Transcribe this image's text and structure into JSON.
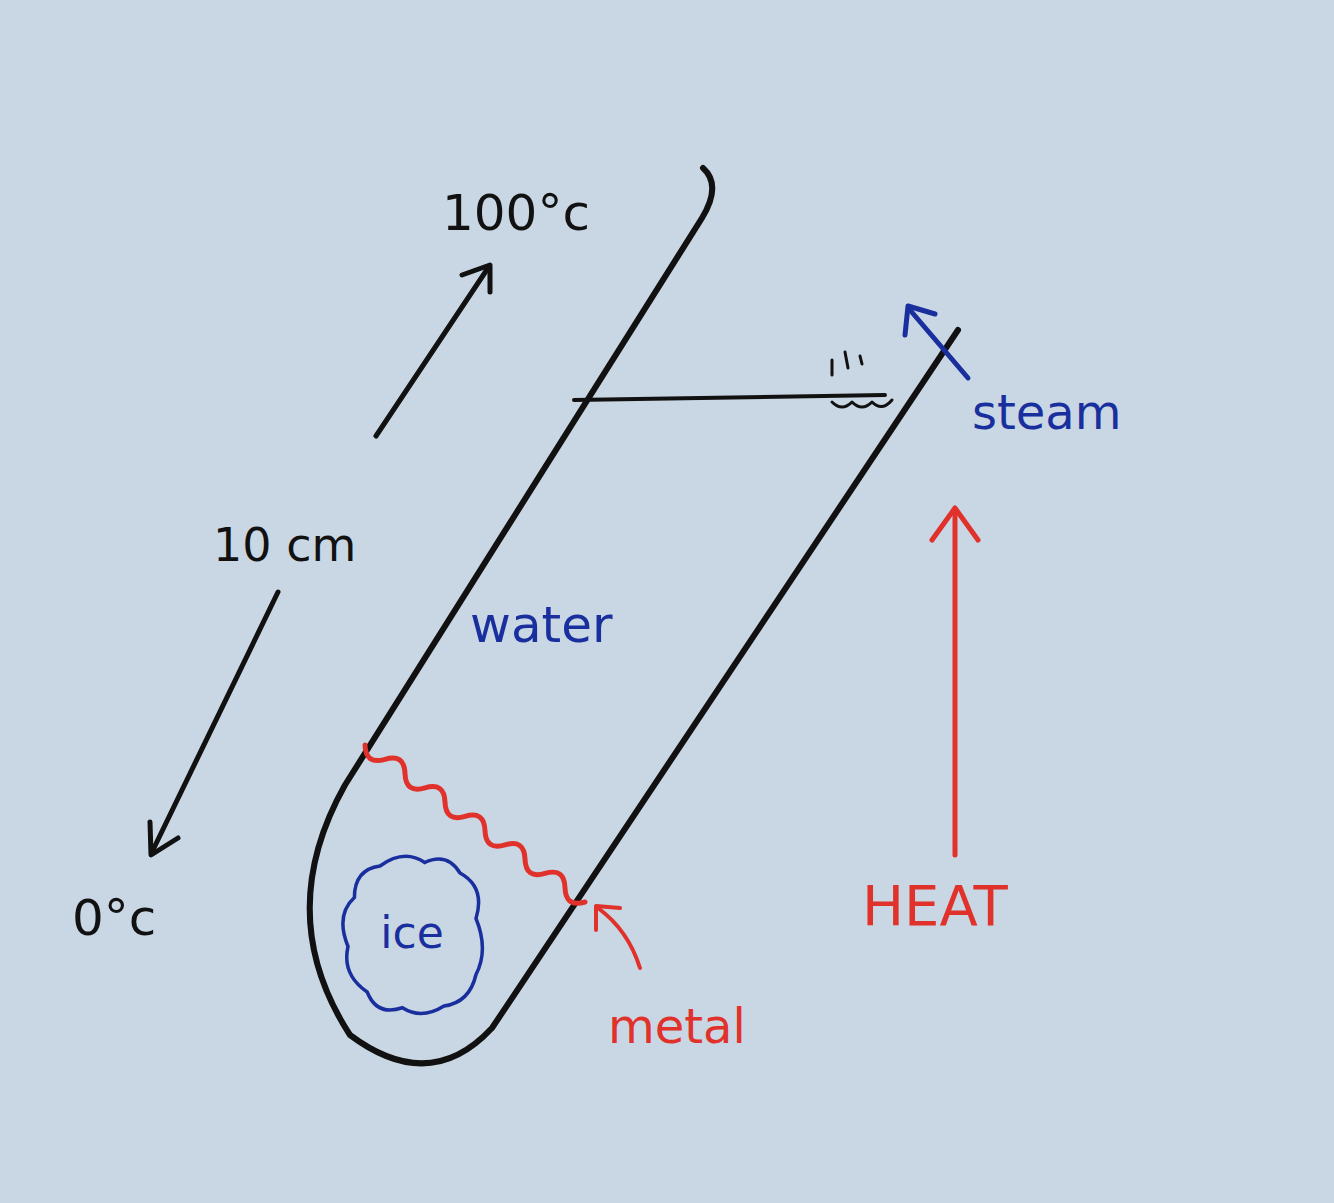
{
  "diagram": {
    "nodes": [
      {
        "text": [
          "ice"
        ]
      }
    ],
    "labels": [
      "100°c",
      "10 cm",
      "0°c",
      "water",
      "steam",
      "HEAT",
      "metal"
    ]
  }
}
